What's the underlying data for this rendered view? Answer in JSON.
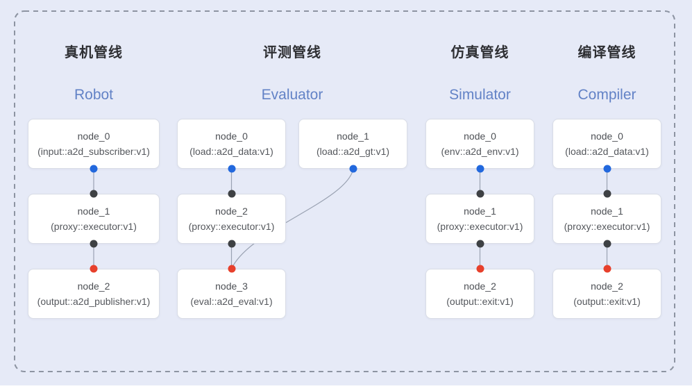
{
  "colors": {
    "background": "#e6eaf7",
    "dashed_border": "#8d94a2",
    "edge_line": "#9aa2b2",
    "node_background": "#ffffff",
    "node_border": "#d9dde6",
    "title_zh_color": "#2e2f33",
    "title_en_color": "#6282c6",
    "source_port": "#2268dd",
    "intermediate_port": "#3e4144",
    "sink_port": "#e7402c"
  },
  "pipelines": [
    {
      "title_zh": "真机管线",
      "title_en": "Robot",
      "nodes": [
        {
          "name": "node_0",
          "type": "(input::a2d_subscriber:v1)"
        },
        {
          "name": "node_1",
          "type": "(proxy::executor:v1)"
        },
        {
          "name": "node_2",
          "type": "(output::a2d_publisher:v1)"
        }
      ]
    },
    {
      "title_zh": "评测管线",
      "title_en": "Evaluator",
      "nodes": [
        {
          "name": "node_0",
          "type": "(load::a2d_data:v1)"
        },
        {
          "name": "node_1",
          "type": "(load::a2d_gt:v1)"
        },
        {
          "name": "node_2",
          "type": "(proxy::executor:v1)"
        },
        {
          "name": "node_3",
          "type": "(eval::a2d_eval:v1)"
        }
      ]
    },
    {
      "title_zh": "仿真管线",
      "title_en": "Simulator",
      "nodes": [
        {
          "name": "node_0",
          "type": "(env::a2d_env:v1)"
        },
        {
          "name": "node_1",
          "type": "(proxy::executor:v1)"
        },
        {
          "name": "node_2",
          "type": "(output::exit:v1)"
        }
      ]
    },
    {
      "title_zh": "编译管线",
      "title_en": "Compiler",
      "nodes": [
        {
          "name": "node_0",
          "type": "(load::a2d_data:v1)"
        },
        {
          "name": "node_1",
          "type": "(proxy::executor:v1)"
        },
        {
          "name": "node_2",
          "type": "(output::exit:v1)"
        }
      ]
    }
  ]
}
